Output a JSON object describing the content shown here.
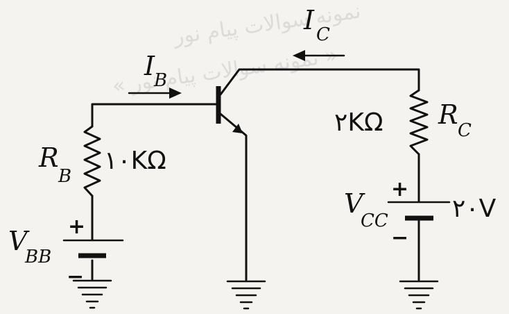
{
  "watermark": {
    "line1": "نمونه سوالات پیام نور",
    "line2": "« نمونه سوالات پیام نور »"
  },
  "labels": {
    "ib_main": "I",
    "ib_sub": "B",
    "ic_main": "I",
    "ic_sub": "C",
    "rb_main": "R",
    "rb_sub": "B",
    "rb_value": "۱۰KΩ",
    "rc_main": "R",
    "rc_sub": "C",
    "rc_value": "۲KΩ",
    "vbb_main": "V",
    "vbb_sub": "BB",
    "vcc_main": "V",
    "vcc_sub": "CC",
    "vcc_value": "۲۰V",
    "plus": "+",
    "minus": "−"
  }
}
